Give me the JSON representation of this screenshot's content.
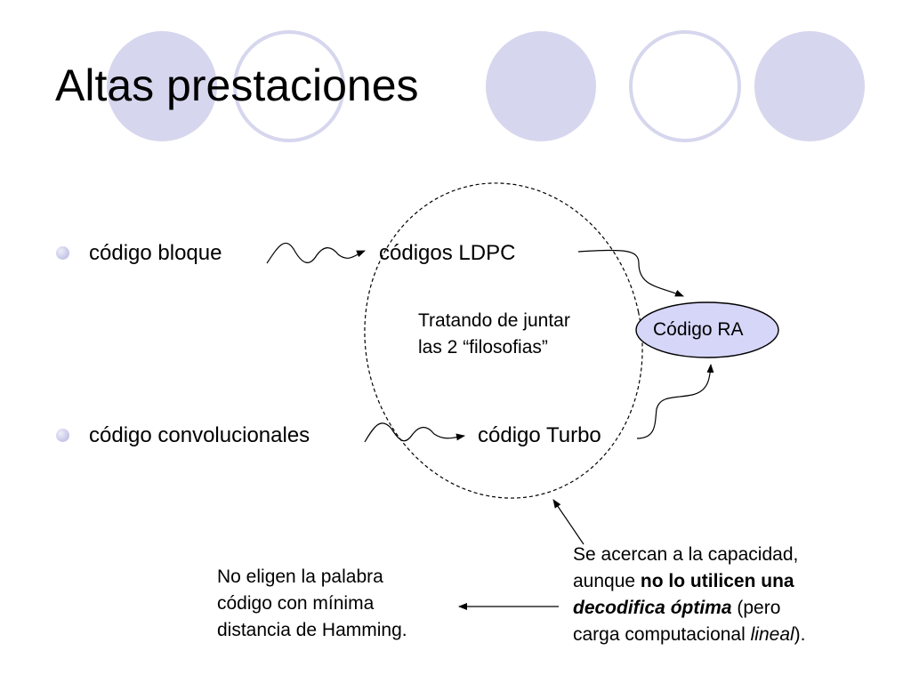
{
  "slide": {
    "title": "Altas prestaciones"
  },
  "bullets": [
    {
      "source": "código bloque",
      "target": "códigos LDPC"
    },
    {
      "source": "código convolucionales",
      "target": "código Turbo"
    }
  ],
  "ellipse_note": {
    "line1": "Tratando de juntar",
    "line2": "las 2 “filosofias”"
  },
  "ra_node": {
    "label": "Código RA"
  },
  "left_note": {
    "line1": "No eligen la palabra",
    "line2": "código con mínima",
    "line3": "distancia de Hamming."
  },
  "right_note": {
    "line1": "Se acercan a la capacidad,",
    "line2_pre": "aunque ",
    "line2_bold": "no lo utilicen una",
    "line3_bolditalic": "decodifica óptima",
    "line3_post": " (pero",
    "line4_pre": "carga computacional ",
    "line4_italic": "lineal",
    "line4_post": ")."
  },
  "colors": {
    "deco_fill": "#d6d6ee",
    "deco_stroke": "#d6d6ee",
    "ra_fill": "#d6d6f8",
    "bullet": "#c9c9ea"
  }
}
